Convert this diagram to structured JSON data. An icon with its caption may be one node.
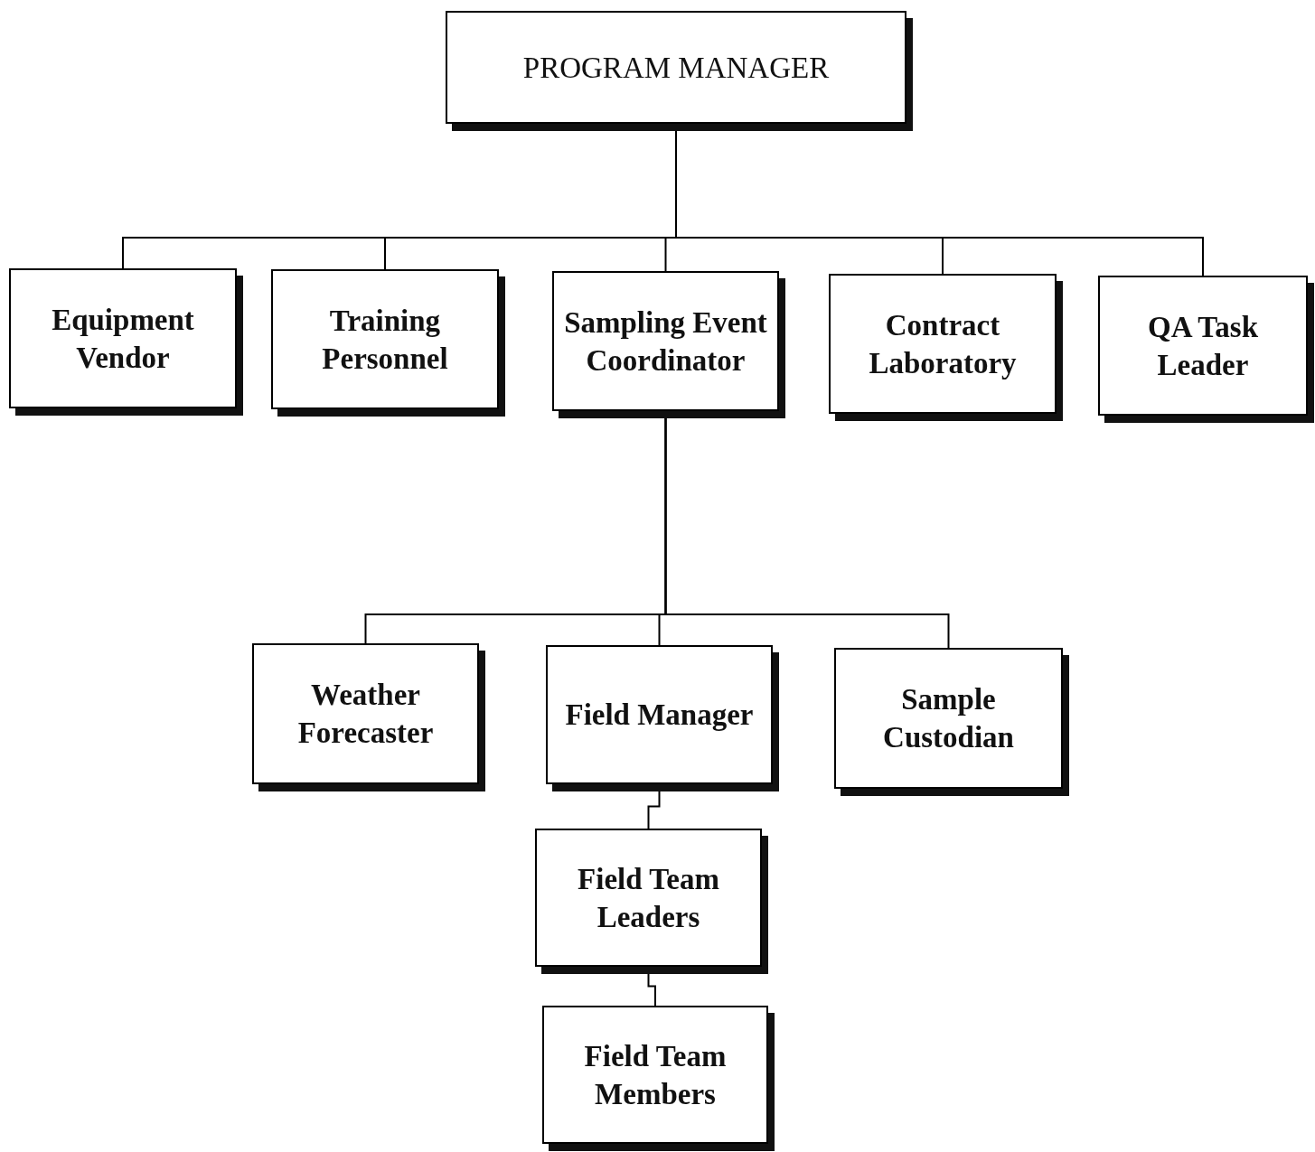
{
  "diagram": {
    "nodes": [
      {
        "text": [
          "PROGRAM MANAGER"
        ]
      },
      {
        "text": [
          "Equipment Vendor"
        ]
      },
      {
        "text": [
          "Training Personnel"
        ]
      },
      {
        "text": [
          "Sampling Event Coordinator"
        ]
      },
      {
        "text": [
          "Contract Laboratory"
        ]
      },
      {
        "text": [
          "QA Task Leader"
        ]
      },
      {
        "text": [
          "Weather Forecaster"
        ]
      },
      {
        "text": [
          "Field Manager"
        ]
      },
      {
        "text": [
          "Sample Custodian"
        ]
      },
      {
        "text": [
          "Field Team Leaders"
        ]
      },
      {
        "text": [
          "Field Team Members"
        ]
      }
    ],
    "edges": [
      {
        "from": 0,
        "to": 1,
        "arrow": "none"
      },
      {
        "from": 0,
        "to": 2,
        "arrow": "none"
      },
      {
        "from": 0,
        "to": 3,
        "arrow": "none"
      },
      {
        "from": 0,
        "to": 4,
        "arrow": "none"
      },
      {
        "from": 0,
        "to": 5,
        "arrow": "none"
      },
      {
        "from": 3,
        "to": 6,
        "arrow": "none"
      },
      {
        "from": 3,
        "to": 7,
        "arrow": "none"
      },
      {
        "from": 3,
        "to": 8,
        "arrow": "none"
      },
      {
        "from": 7,
        "to": 9,
        "arrow": "none"
      },
      {
        "from": 9,
        "to": 10,
        "arrow": "none"
      }
    ]
  }
}
